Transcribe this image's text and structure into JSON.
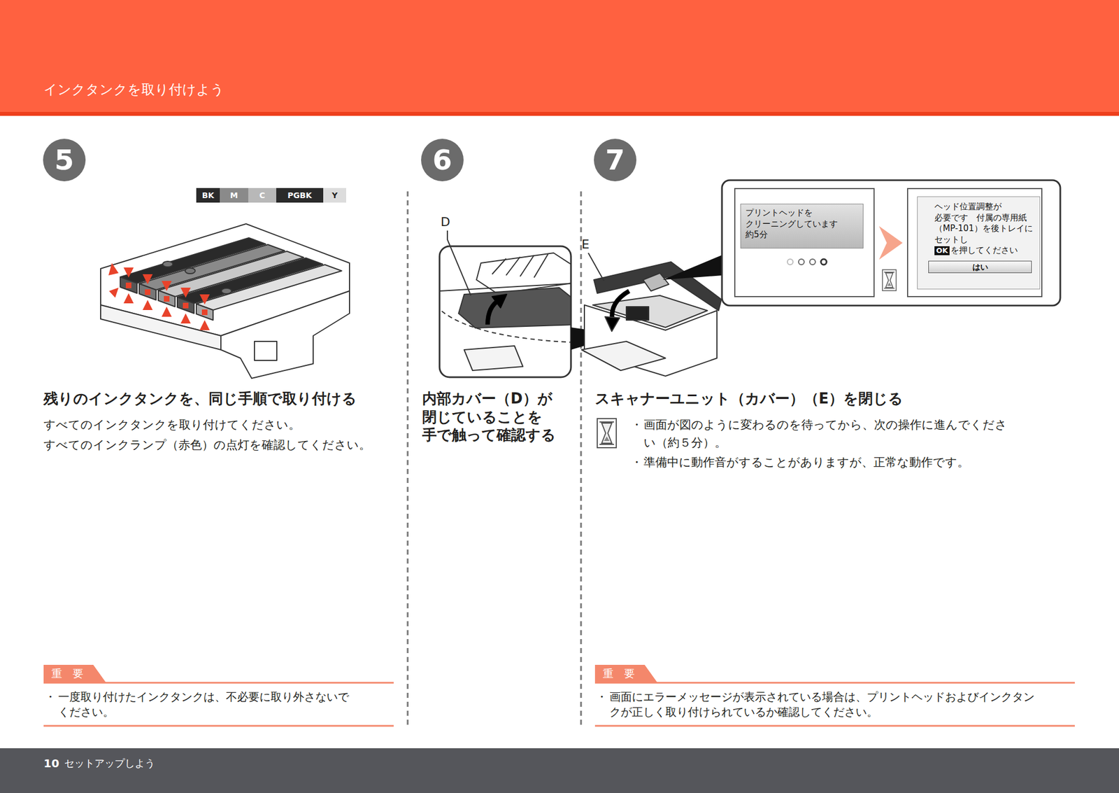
{
  "diagram": {
    "title": "インクタンクを取り付けよう",
    "nodes": [
      {
        "text": [
          "5"
        ]
      },
      {
        "text": [
          "BK"
        ]
      },
      {
        "text": [
          "M"
        ]
      },
      {
        "text": [
          "C"
        ]
      },
      {
        "text": [
          "PGBK"
        ]
      },
      {
        "text": [
          "Y"
        ]
      },
      {
        "text": [
          "6"
        ]
      },
      {
        "text": [
          "7"
        ]
      },
      {
        "text": [
          "プリントヘッドを クリーニングしています 約5分"
        ]
      },
      {
        "text": [
          "ヘッド位置調整が 必要です　付属の専用紙 （MP-101）を後トレイに セットし",
          "を押してください"
        ]
      },
      {
        "text": [
          "OK"
        ],
        "in": 9
      },
      {
        "text": [
          "はい"
        ],
        "in": 9
      },
      {
        "text": [
          "重　要"
        ]
      },
      {
        "text": [
          "重　要"
        ]
      }
    ],
    "edges": [
      {
        "from": 8,
        "to": 9,
        "arrow": "to"
      }
    ],
    "labels": [
      "D",
      "E",
      "残りのインクタンクを、同じ手順で取り付ける",
      "すべてのインクタンクを取り付けてください。",
      "すべてのインクランプ（赤色）の点灯を確認してください。",
      "内部カバー（D）が 閉じていることを 手で触って確認する",
      "スキャナーユニット（カバー）（E）を閉じる",
      "・",
      "画面が図のように変わるのを待ってから、次の操作に進んでください（約５分）。",
      "・",
      "準備中に動作音がすることがありますが、正常な動作です。",
      "・",
      "一度取り付けたインクタンクは、不必要に取り外さないでください。",
      "・",
      "画面にエラーメッセージが表示されている場合は、プリントヘッドおよびインクタンクが正しく取り付けられているか確認してください。",
      "10",
      "セットアップしよう"
    ]
  }
}
